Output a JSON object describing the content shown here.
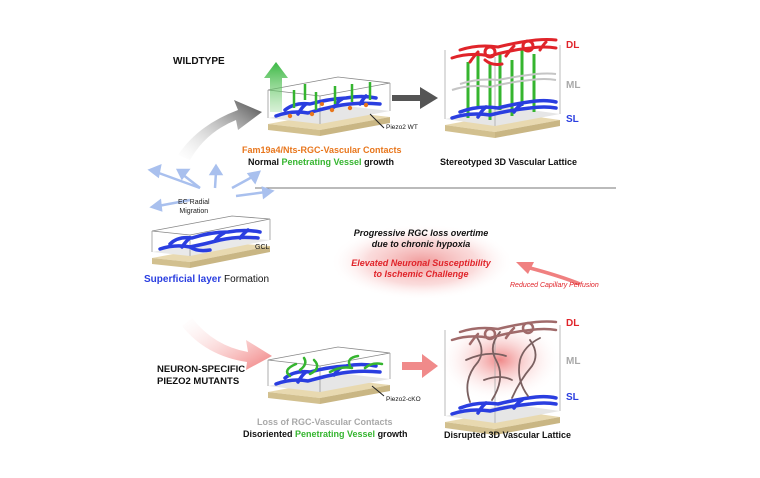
{
  "wildtype_title": "WILDTYPE",
  "mutant_title": [
    "NEURON-SPECIFIC",
    "PIEZO2 MUTANTS"
  ],
  "wt_contacts": "Fam19a4/Nts-RGC-Vascular Contacts",
  "wt_growth": {
    "prefix": "Normal ",
    "highlight": "Penetrating Vessel",
    "suffix": " growth"
  },
  "wt_lattice": "Stereotyped 3D Vascular Lattice",
  "piezo_wt": "Piezo2 WT",
  "piezo_cko": "Piezo2-cKO",
  "ec_migration": [
    "EC Radial",
    "Migration"
  ],
  "gcl": "GCL",
  "superficial": {
    "highlight": "Superficial layer",
    "suffix": " Formation"
  },
  "mut_contacts": "Loss of RGC-Vascular Contacts",
  "mut_growth": {
    "prefix": "Disoriented ",
    "highlight": "Penetrating Vessel",
    "suffix": " growth"
  },
  "mut_lattice": "Disrupted 3D Vascular Lattice",
  "layer_labels": {
    "dl": "DL",
    "ml": "ML",
    "sl": "SL"
  },
  "hypoxia": [
    "Progressive RGC loss overtime",
    "due to chronic hypoxia"
  ],
  "susceptibility": [
    "Elevated Neuronal Susceptibility",
    "to Ischemic Challenge"
  ],
  "perfusion": "Reduced Capillary Perfusion",
  "colors": {
    "vessel_blue": "#2a3ee0",
    "penetrating_green": "#35b52f",
    "deep_red": "#e0242a",
    "contact_orange": "#e8761c",
    "middle_gray": "#a9a9a9",
    "mutant_pink": "#f08080"
  }
}
